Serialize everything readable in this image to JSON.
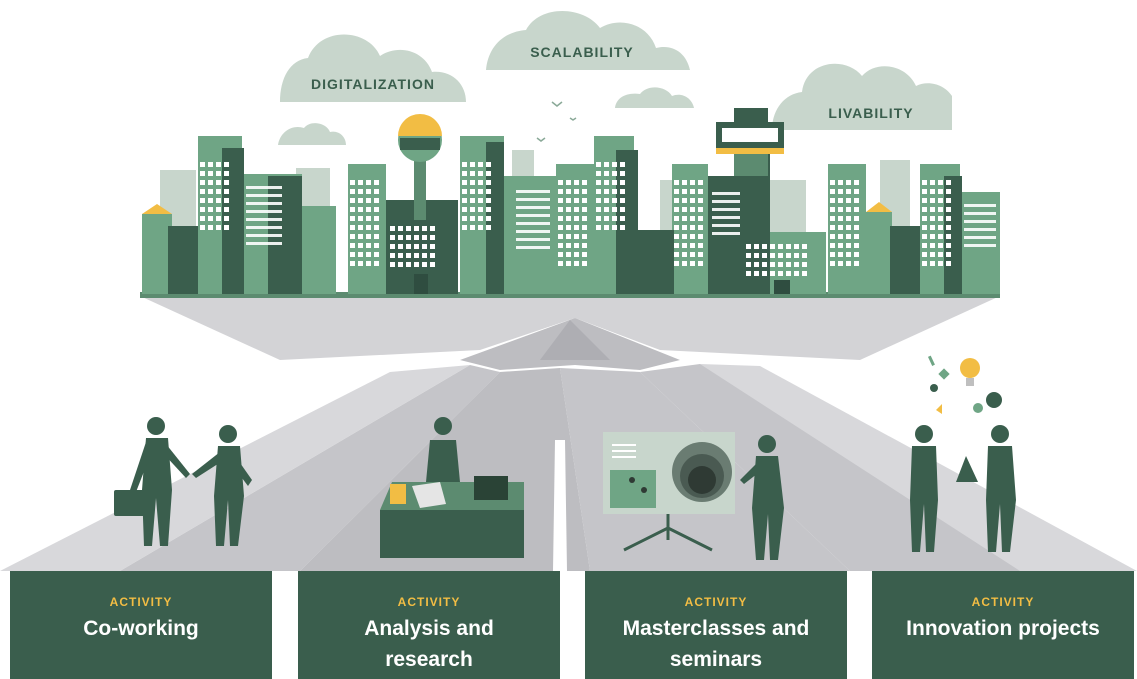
{
  "clouds": [
    {
      "label": "DIGITALIZATION"
    },
    {
      "label": "SCALABILITY"
    },
    {
      "label": "LIVABILITY"
    }
  ],
  "activities": [
    {
      "tag": "ACTIVITY",
      "title": "Co-working"
    },
    {
      "tag": "ACTIVITY",
      "title": "Analysis and research"
    },
    {
      "tag": "ACTIVITY",
      "title": "Masterclasses and seminars"
    },
    {
      "tag": "ACTIVITY",
      "title": "Innovation projects"
    }
  ],
  "colors": {
    "dark_green": "#3a5e4d",
    "mid_green": "#5c8b70",
    "light_green": "#6fa585",
    "pale_green": "#c8d6cc",
    "road_gray": "#c9c9cc",
    "accent_yellow": "#f2bd44"
  }
}
